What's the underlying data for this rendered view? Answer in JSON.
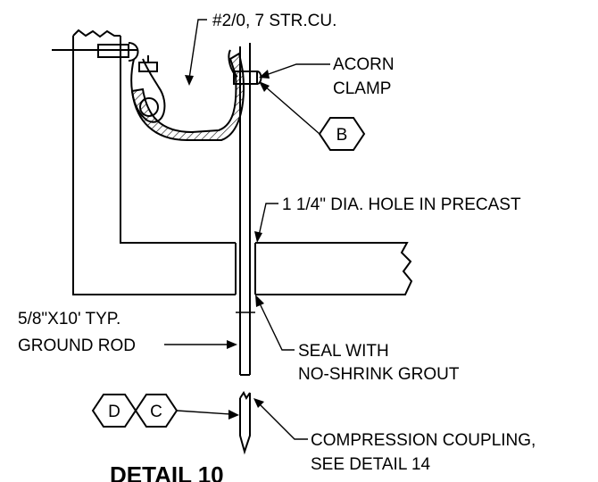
{
  "labels": {
    "conductor": "#2/0, 7 STR.CU.",
    "acorn_line1": "ACORN",
    "acorn_line2": "CLAMP",
    "hole": "1 1/4\" DIA. HOLE IN PRECAST",
    "rod_line1": "5/8\"X10' TYP.",
    "rod_line2": "GROUND ROD",
    "seal_line1": "SEAL WITH",
    "seal_line2": "NO-SHRINK GROUT",
    "coupling_line1": "COMPRESSION COUPLING,",
    "coupling_line2": "SEE DETAIL 14",
    "title": "DETAIL 10"
  },
  "tags": {
    "b": "B",
    "d": "D",
    "c": "C"
  },
  "colors": {
    "line": "#000000",
    "background": "#ffffff"
  }
}
